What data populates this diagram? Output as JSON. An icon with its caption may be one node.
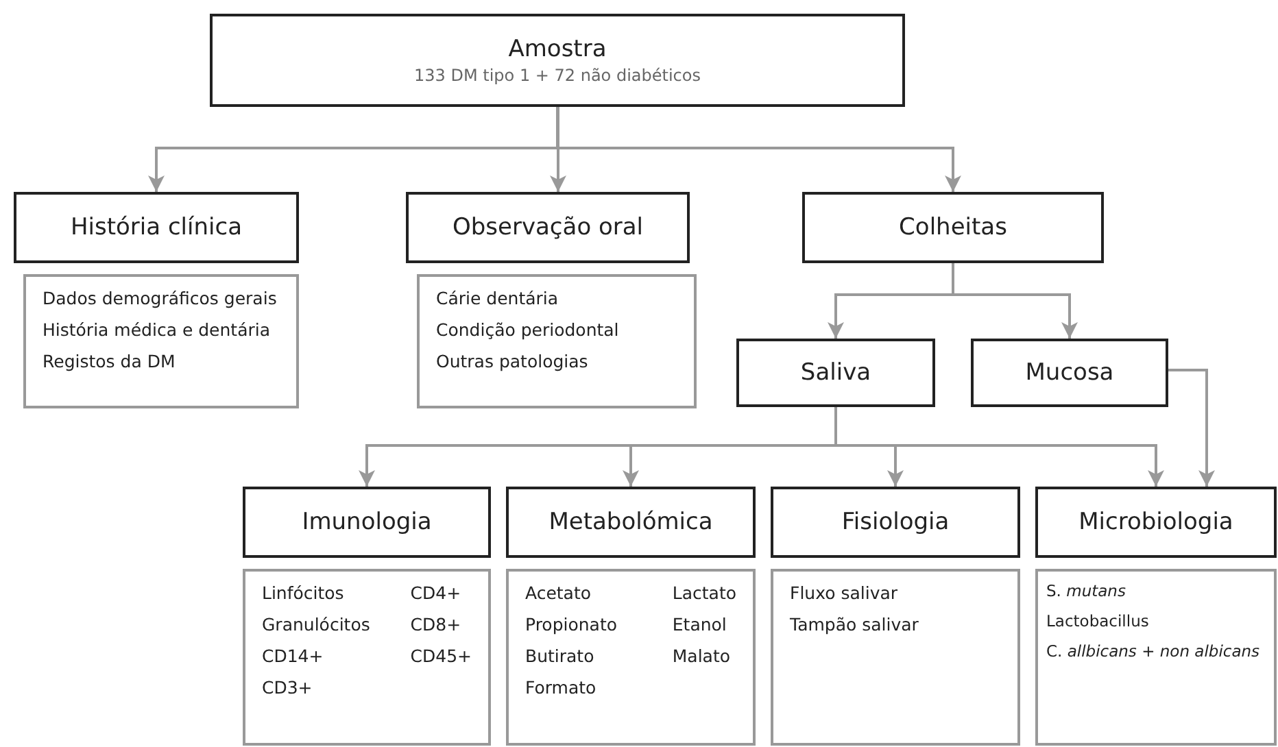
{
  "diagram": {
    "nodes": [
      {
        "text": [
          "Amostra",
          "133 DM tipo 1  +  72 não diabéticos"
        ]
      },
      {
        "text": [
          "História clínica"
        ]
      },
      {
        "text": [
          "Dados demográficos gerais",
          "História médica e dentária",
          "Registos da DM"
        ]
      },
      {
        "text": [
          "Observação oral"
        ]
      },
      {
        "text": [
          "Cárie dentária",
          "Condição periodontal",
          "Outras patologias"
        ]
      },
      {
        "text": [
          "Colheitas"
        ]
      },
      {
        "text": [
          "Saliva"
        ]
      },
      {
        "text": [
          "Mucosa"
        ]
      },
      {
        "text": [
          "Imunologia"
        ]
      },
      {
        "text": [
          "Linfócitos",
          "CD4+",
          "Granulócitos",
          "CD8+",
          "CD14+",
          "CD45+",
          "CD3+"
        ]
      },
      {
        "text": [
          "Metabolómica"
        ]
      },
      {
        "text": [
          "Acetato",
          "Lactato",
          "Propionato",
          "Etanol",
          "Butirato",
          "Malato",
          "Formato"
        ]
      },
      {
        "text": [
          "Fisiologia"
        ]
      },
      {
        "text": [
          "Fluxo salivar",
          "Tampão salivar"
        ]
      },
      {
        "text": [
          "Microbiologia"
        ]
      },
      {
        "text": [
          "S. *mutans*",
          "Lactobacillus",
          "C. *allbicans* + *non albicans*"
        ]
      }
    ],
    "edges": [
      {
        "from": 0,
        "to": 1,
        "arrow": "to"
      },
      {
        "from": 0,
        "to": 3,
        "arrow": "to"
      },
      {
        "from": 0,
        "to": 5,
        "arrow": "to"
      },
      {
        "from": 5,
        "to": 6,
        "arrow": "to"
      },
      {
        "from": 5,
        "to": 7,
        "arrow": "to"
      },
      {
        "from": 6,
        "to": 8,
        "arrow": "to"
      },
      {
        "from": 6,
        "to": 10,
        "arrow": "to"
      },
      {
        "from": 6,
        "to": 12,
        "arrow": "to"
      },
      {
        "from": 6,
        "to": 14,
        "arrow": "to"
      },
      {
        "from": 7,
        "to": 14,
        "arrow": "to"
      }
    ]
  }
}
